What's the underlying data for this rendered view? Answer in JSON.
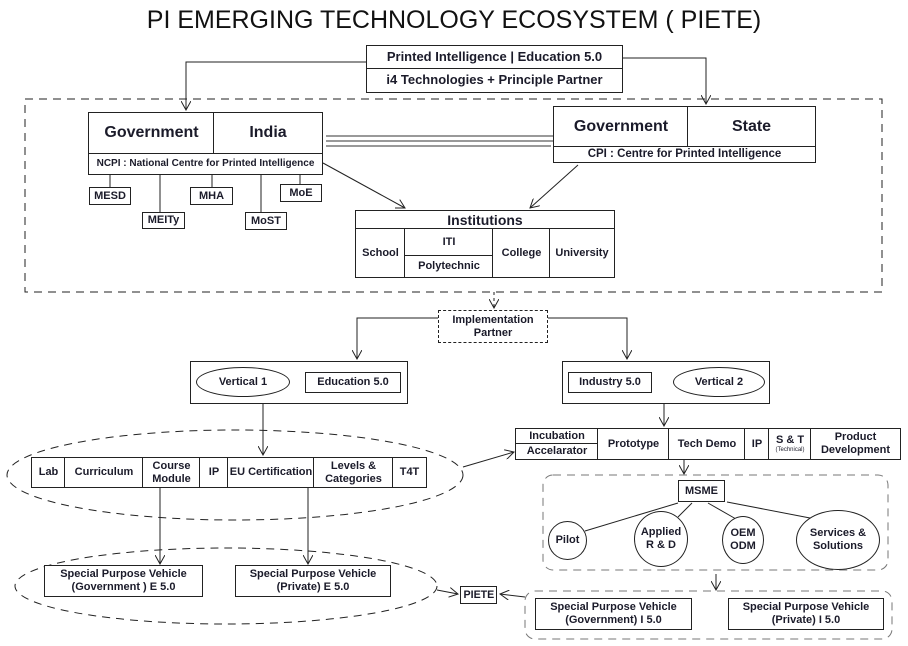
{
  "title": "PI EMERGING TECHNOLOGY ECOSYSTEM ( PIETE)",
  "top_box": {
    "line1": "Printed Intelligence | Education 5.0",
    "line2": "i4 Technologies + Principle Partner"
  },
  "gov_india": {
    "left": "Government",
    "right": "India",
    "sub": "NCPI : National Centre for Printed Intelligence",
    "ministries": [
      "MESD",
      "MEITy",
      "MHA",
      "MoST",
      "MoE"
    ]
  },
  "gov_state": {
    "left": "Government",
    "right": "State",
    "sub": "CPI : Centre for Printed Intelligence"
  },
  "institutions": {
    "title": "Institutions",
    "school": "School",
    "iti": "ITI",
    "polytechnic": "Polytechnic",
    "college": "College",
    "university": "University"
  },
  "implementation_partner": "Implementation Partner",
  "vertical1": {
    "label": "Vertical 1",
    "box": "Education 5.0"
  },
  "vertical2": {
    "label": "Vertical 2",
    "box": "Industry 5.0"
  },
  "edu_row": [
    "Lab",
    "Curriculum",
    "Course Module",
    "IP",
    "EU Certification",
    "Levels & Categories",
    "T4T"
  ],
  "ind_row": {
    "incubation": "Incubation",
    "accelarator": "Accelarator",
    "prototype": "Prototype",
    "tech_demo": "Tech Demo",
    "ip": "IP",
    "st": "S & T",
    "st_sub": "(Technical)",
    "product": "Product Development"
  },
  "msme": {
    "label": "MSME",
    "nodes": [
      "Pilot",
      "Applied R & D",
      "OEM ODM",
      "Services & Solutions"
    ]
  },
  "spv_edu": [
    "Special Purpose Vehicle (Government ) E 5.0",
    "Special Purpose Vehicle (Private) E 5.0"
  ],
  "spv_ind": [
    "Special Purpose Vehicle (Government) I 5.0",
    "Special Purpose Vehicle (Private) I 5.0"
  ],
  "piete": "PIETE"
}
